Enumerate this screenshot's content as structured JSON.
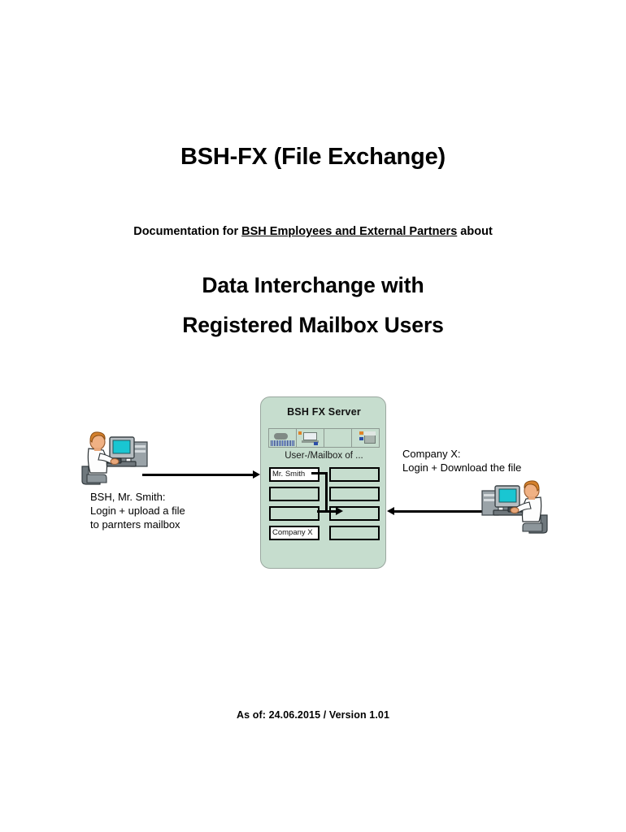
{
  "document": {
    "title": "BSH-FX (File Exchange)",
    "subtitle_prefix": "Documentation for ",
    "subtitle_underlined": "BSH Employees and External Partners",
    "subtitle_suffix": " about",
    "heading_line1": "Data Interchange with",
    "heading_line2": "Registered Mailbox Users",
    "footer": "As of: 24.06.2015 / Version 1.01"
  },
  "diagram": {
    "server": {
      "title": "BSH FX Server",
      "mailbox_caption": "User-/Mailbox of ...",
      "background_color": "#c6ddce",
      "mailboxes": [
        {
          "label": "Mr. Smith",
          "filled": true
        },
        {
          "label": "",
          "filled": false
        },
        {
          "label": "",
          "filled": false
        },
        {
          "label": "",
          "filled": false
        },
        {
          "label": "",
          "filled": false
        },
        {
          "label": "",
          "filled": false
        },
        {
          "label": "Company X",
          "filled": true
        },
        {
          "label": "",
          "filled": false
        }
      ]
    },
    "left_actor": {
      "line1": "BSH, Mr. Smith:",
      "line2": "Login + upload a file",
      "line3": "to parnters mailbox"
    },
    "right_actor": {
      "line1": "Company X:",
      "line2": "Login + Download the file"
    }
  }
}
